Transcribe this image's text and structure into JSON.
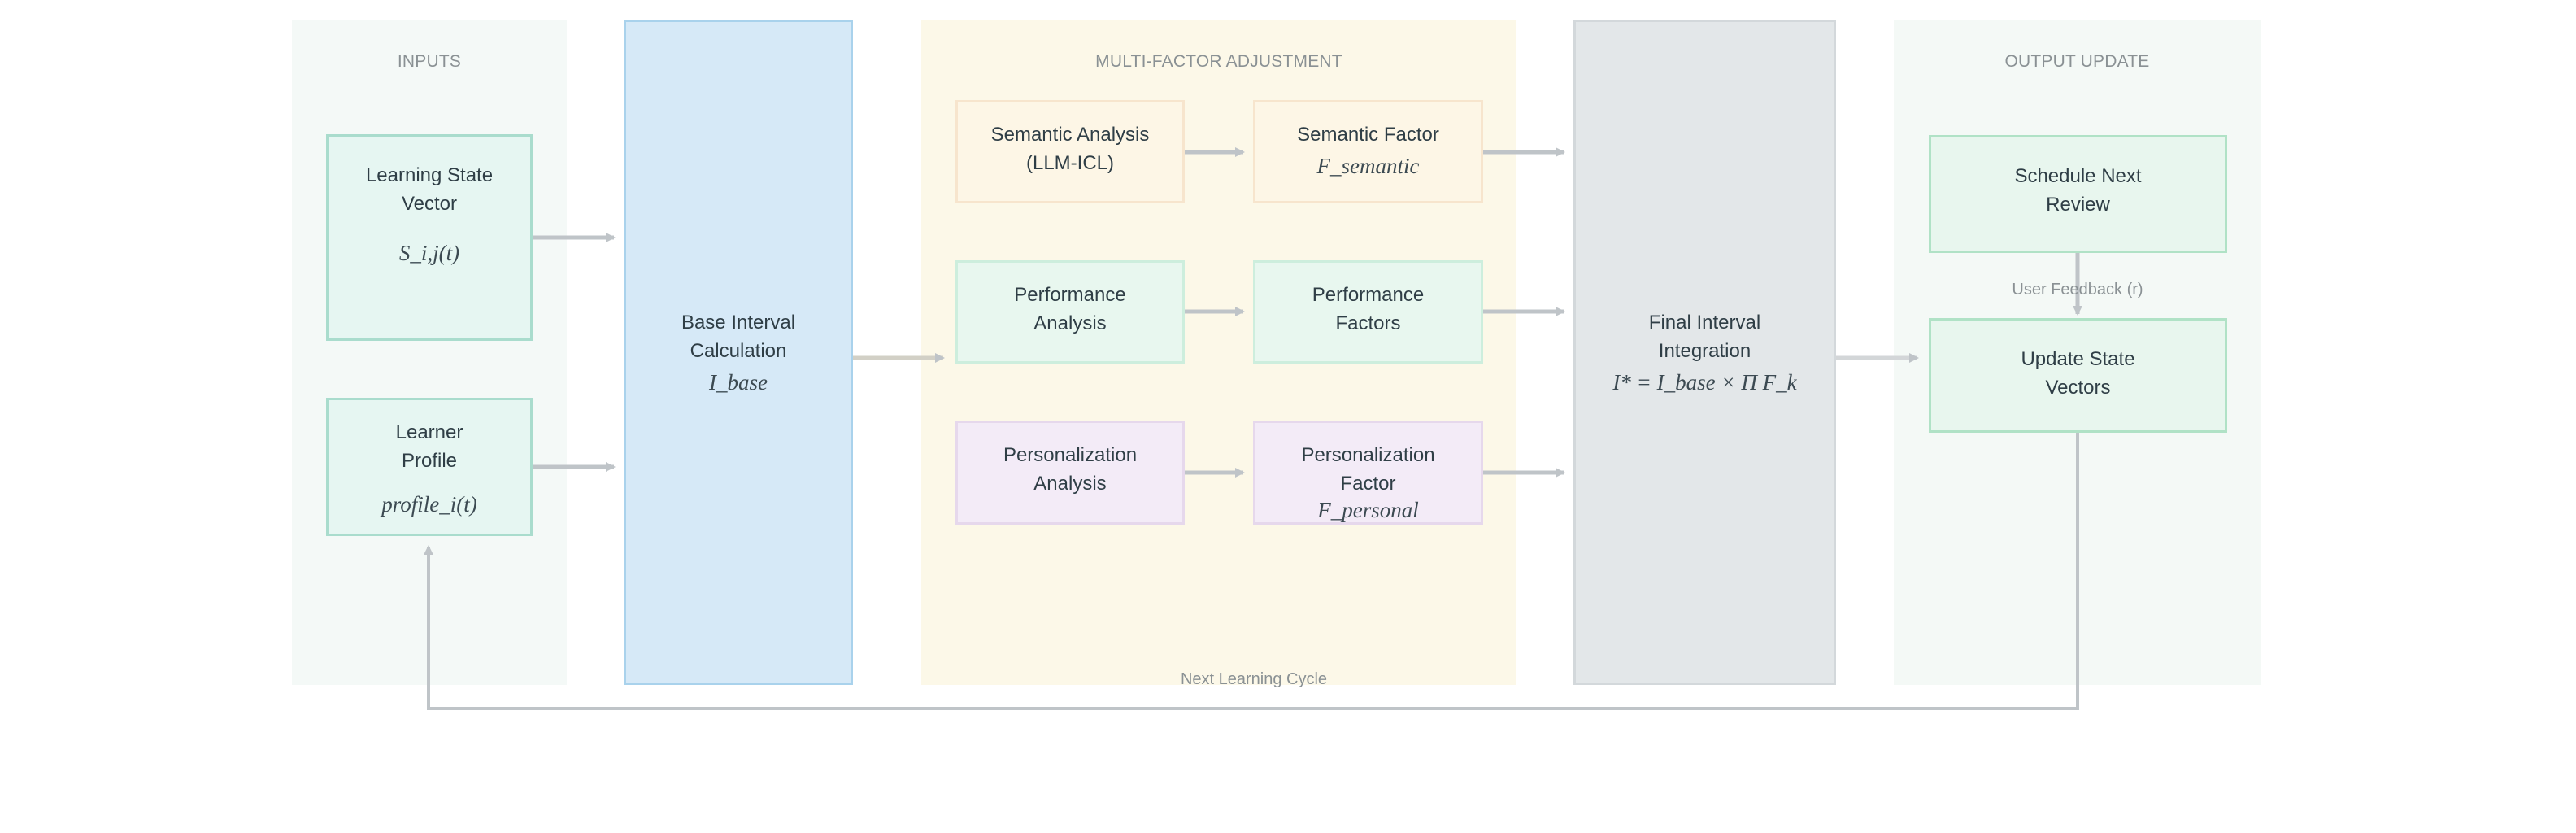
{
  "lanes": {
    "inputs": {
      "title": "INPUTS"
    },
    "multi_factor": {
      "title": "MULTI-FACTOR ADJUSTMENT"
    },
    "output": {
      "title": "OUTPUT UPDATE"
    }
  },
  "nodes": {
    "learning_state": {
      "label": "Learning State\nVector",
      "math": "S_i,j(t)"
    },
    "learner_profile": {
      "label": "Learner\nProfile",
      "math": "profile_i(t)"
    },
    "base_interval": {
      "label": "Base Interval\nCalculation",
      "math": "I_base"
    },
    "semantic_analysis": {
      "label": "Semantic Analysis\n(LLM-ICL)"
    },
    "semantic_factor": {
      "label": "Semantic Factor",
      "math": "F_semantic"
    },
    "performance_analysis": {
      "label": "Performance\nAnalysis"
    },
    "performance_factors": {
      "label": "Performance\nFactors"
    },
    "personalization_analysis": {
      "label": "Personalization\nAnalysis"
    },
    "personalization_factor": {
      "label": "Personalization\nFactor",
      "math": "F_personal"
    },
    "final_interval": {
      "label": "Final Interval\nIntegration",
      "math": "I* = I_base × Π F_k"
    },
    "schedule_review": {
      "label": "Schedule Next\nReview"
    },
    "update_state": {
      "label": "Update State\nVectors"
    }
  },
  "edge_labels": {
    "user_feedback": "User Feedback (r)",
    "next_cycle": "Next Learning Cycle"
  },
  "colors": {
    "lane_inputs": "#f4f9f7",
    "lane_multi": "#fcf8e8",
    "lane_output": "#f4f9f6",
    "teal_fill": "#e6f6f2",
    "teal_border": "#a9dccd",
    "blue_fill": "#d6e9f7",
    "blue_border": "#a9d2ec",
    "orange_fill": "#fdf6e6",
    "orange_border": "#f7e5cd",
    "green_fill": "#e8f7ef",
    "green_border": "#cdeedd",
    "purple_fill": "#f3ebf7",
    "purple_border": "#e6d8ec",
    "gray_fill": "#e3e7e9",
    "gray_border": "#d3d8db",
    "out_fill": "#e8f6ee",
    "out_border": "#b0e2c6",
    "wire": "#bfc4c8"
  }
}
